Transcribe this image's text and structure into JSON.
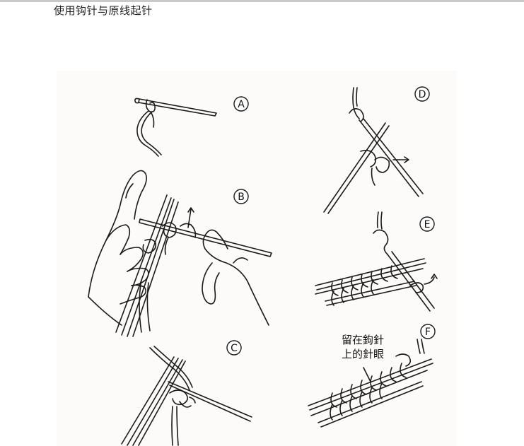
{
  "caption": "使用钩针与原线起针",
  "steps": [
    {
      "label": "A"
    },
    {
      "label": "B"
    },
    {
      "label": "C"
    },
    {
      "label": "D"
    },
    {
      "label": "E"
    },
    {
      "label": "F"
    }
  ],
  "annotation": {
    "line1": "留在鉤針",
    "line2": "上的針眼"
  },
  "colors": {
    "ink": "#1a1a1a",
    "paper": "#fdfbf9",
    "top_rule": "#c9c9c9"
  }
}
